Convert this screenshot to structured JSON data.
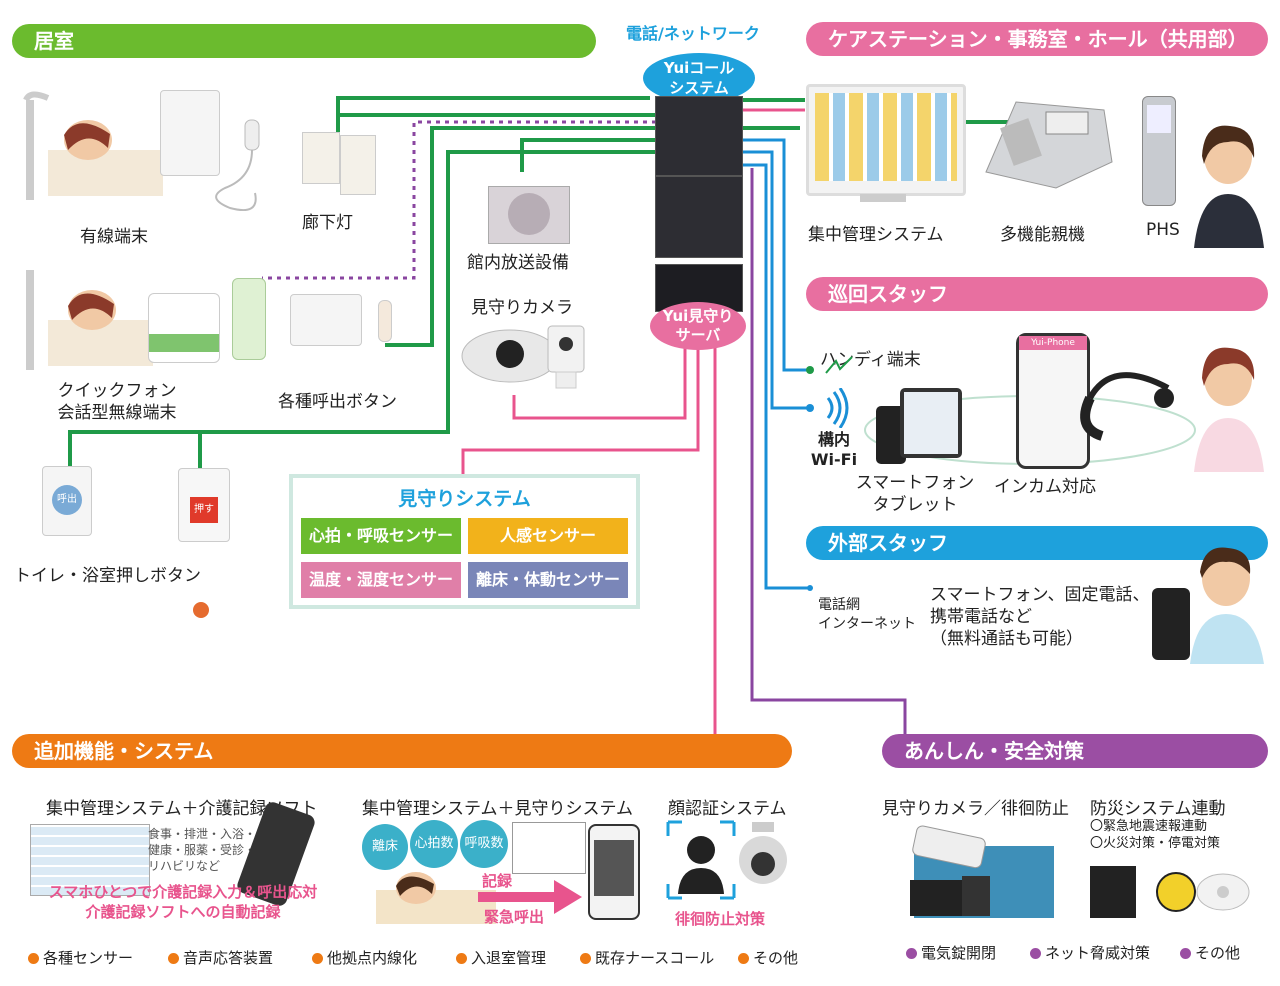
{
  "colors": {
    "green": "#6bbb2e",
    "pink": "#e86fa0",
    "blue": "#1ea1dc",
    "orange": "#ee7a14",
    "purple": "#9b4ea3",
    "line_green": "#1f9a48",
    "line_purple": "#8a46a0",
    "line_blue": "#1a8fd6",
    "line_pink": "#e8548d"
  },
  "headers": {
    "room": "居室",
    "care_station": "ケアステーション・事務室・ホール（共用部）",
    "patrol_staff": "巡回スタッフ",
    "external_staff": "外部スタッフ",
    "additional": "追加機能・システム",
    "safety": "あんしん・安全対策"
  },
  "center": {
    "network_label": "電話/ネットワーク",
    "yui_call_1": "Yuiコール",
    "yui_call_2": "システム",
    "yui_watch_1": "Yui見守り",
    "yui_watch_2": "サーバ"
  },
  "room": {
    "wired_terminal": "有線端末",
    "corridor_light": "廊下灯",
    "broadcast": "館内放送設備",
    "camera": "見守りカメラ",
    "quickphone_1": "クイックフォン",
    "quickphone_2": "会話型無線端末",
    "call_buttons": "各種呼出ボタン",
    "toilet_button": "トイレ・浴室押しボタン",
    "btn_call": "呼出",
    "btn_push": "押す"
  },
  "watch_system": {
    "title": "見守りシステム",
    "sensors": [
      {
        "label": "心拍・呼吸センサー",
        "color": "#6bbb2e"
      },
      {
        "label": "人感センサー",
        "color": "#f2b21b"
      },
      {
        "label": "温度・湿度センサー",
        "color": "#e07fa8"
      },
      {
        "label": "離床・体動センサー",
        "color": "#7a86b8"
      }
    ]
  },
  "care_station": {
    "central": "集中管理システム",
    "multi_phone": "多機能親機",
    "phs": "PHS"
  },
  "patrol": {
    "handy": "ハンディ端末",
    "wifi_1": "構内",
    "wifi_2": "Wi-Fi",
    "smartphone_1": "スマートフォン",
    "smartphone_2": "タブレット",
    "intercom": "インカム対応",
    "app_name": "Yui-Phone"
  },
  "external": {
    "net_1": "電話網",
    "net_2": "インターネット",
    "desc_1": "スマートフォン、固定電話、",
    "desc_2": "携帯電話など",
    "desc_3": "（無料通話も可能）"
  },
  "additional": {
    "item1_title": "集中管理システム＋介護記録ソフト",
    "item1_note_1": "食事・排泄・入浴・",
    "item1_note_2": "健康・服薬・受診・",
    "item1_note_3": "リハビリなど",
    "item1_caption_1": "スマホひとつで介護記録入力＆呼出応対",
    "item1_caption_2": "介護記録ソフトへの自動記録",
    "item2_title": "集中管理システム＋見守りシステム",
    "item2_bubbles": [
      "離床",
      "心拍数",
      "呼吸数"
    ],
    "item2_record": "記録",
    "item2_emergency": "緊急呼出",
    "item3_title": "顔認証システム",
    "item3_caption": "徘徊防止対策",
    "bullets": [
      "各種センサー",
      "音声応答装置",
      "他拠点内線化",
      "入退室管理",
      "既存ナースコール",
      "その他"
    ]
  },
  "safety": {
    "item1_title": "見守りカメラ／徘徊防止",
    "item2_title": "防災システム連動",
    "item2_sub_1": "〇緊急地震速報連動",
    "item2_sub_2": "〇火災対策・停電対策",
    "bullets": [
      "電気錠開閉",
      "ネット脅威対策",
      "その他"
    ]
  }
}
